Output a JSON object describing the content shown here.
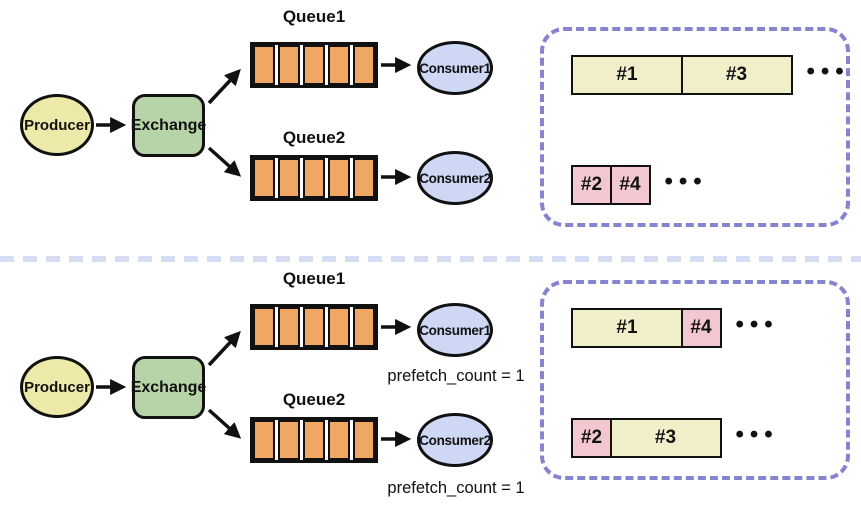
{
  "colors": {
    "stroke": "#111111",
    "producer_fill": "#ede9a9",
    "exchange_fill": "#b7d3a8",
    "queue_fill": "#f0a763",
    "consumer_fill": "#ced7f3",
    "msg_yellow": "#f1eeca",
    "msg_pink": "#f3c7d0",
    "panel_border": "#8784cf",
    "divider": "#d6dcf2"
  },
  "sections": {
    "top": {
      "producer_label": "Producer",
      "exchange_label": "Exchange",
      "queue1_label": "Queue1",
      "queue2_label": "Queue2",
      "consumer1_label": "Consumer1",
      "consumer2_label": "Consumer2",
      "panel_rows": [
        {
          "cells": [
            {
              "label": "#1",
              "tone": "yellow",
              "size": "wide"
            },
            {
              "label": "#3",
              "tone": "yellow",
              "size": "wide"
            }
          ],
          "ellipsis": "•••"
        },
        {
          "cells": [
            {
              "label": "#2",
              "tone": "pink",
              "size": "narrow"
            },
            {
              "label": "#4",
              "tone": "pink",
              "size": "narrow"
            }
          ],
          "ellipsis": "•••"
        }
      ]
    },
    "bottom": {
      "producer_label": "Producer",
      "exchange_label": "Exchange",
      "queue1_label": "Queue1",
      "queue2_label": "Queue2",
      "consumer1_label": "Consumer1",
      "consumer2_label": "Consumer2",
      "consumer1_prefetch_label": "prefetch_count = 1",
      "consumer2_prefetch_label": "prefetch_count = 1",
      "panel_rows": [
        {
          "cells": [
            {
              "label": "#1",
              "tone": "yellow",
              "size": "wide"
            },
            {
              "label": "#4",
              "tone": "pink",
              "size": "narrow"
            }
          ],
          "ellipsis": "•••"
        },
        {
          "cells": [
            {
              "label": "#2",
              "tone": "pink",
              "size": "narrow"
            },
            {
              "label": "#3",
              "tone": "yellow",
              "size": "wide"
            }
          ],
          "ellipsis": "•••"
        }
      ]
    }
  }
}
